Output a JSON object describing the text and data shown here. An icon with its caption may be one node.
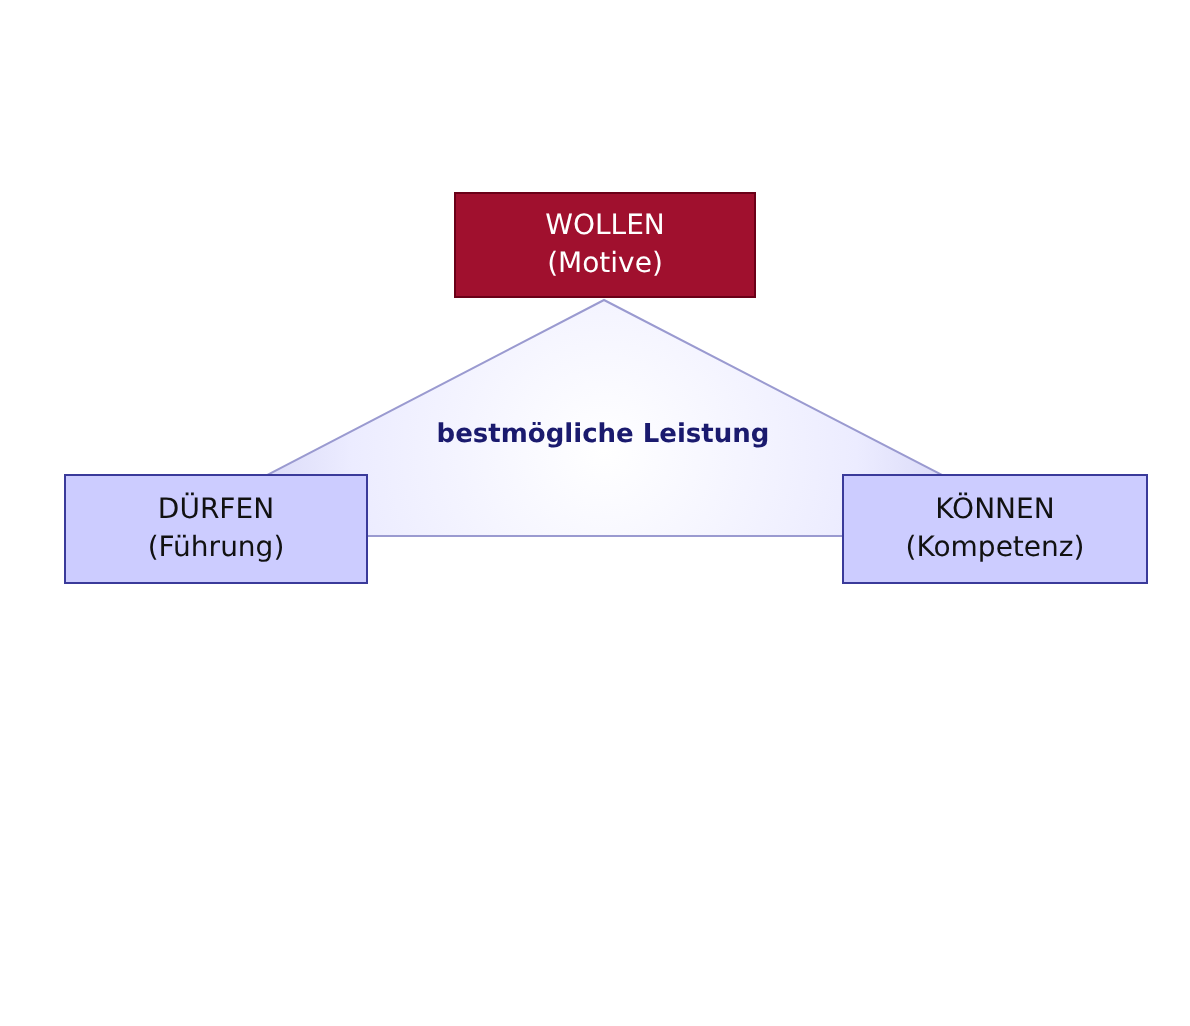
{
  "diagram": {
    "nodes": [
      {
        "text": [
          "bestmögliche Leistung"
        ]
      },
      {
        "text": [
          "WOLLEN (Motive)"
        ]
      },
      {
        "text": [
          "DÜRFEN (Führung)"
        ]
      },
      {
        "text": [
          "KÖNNEN (Kompetenz)"
        ]
      }
    ]
  }
}
